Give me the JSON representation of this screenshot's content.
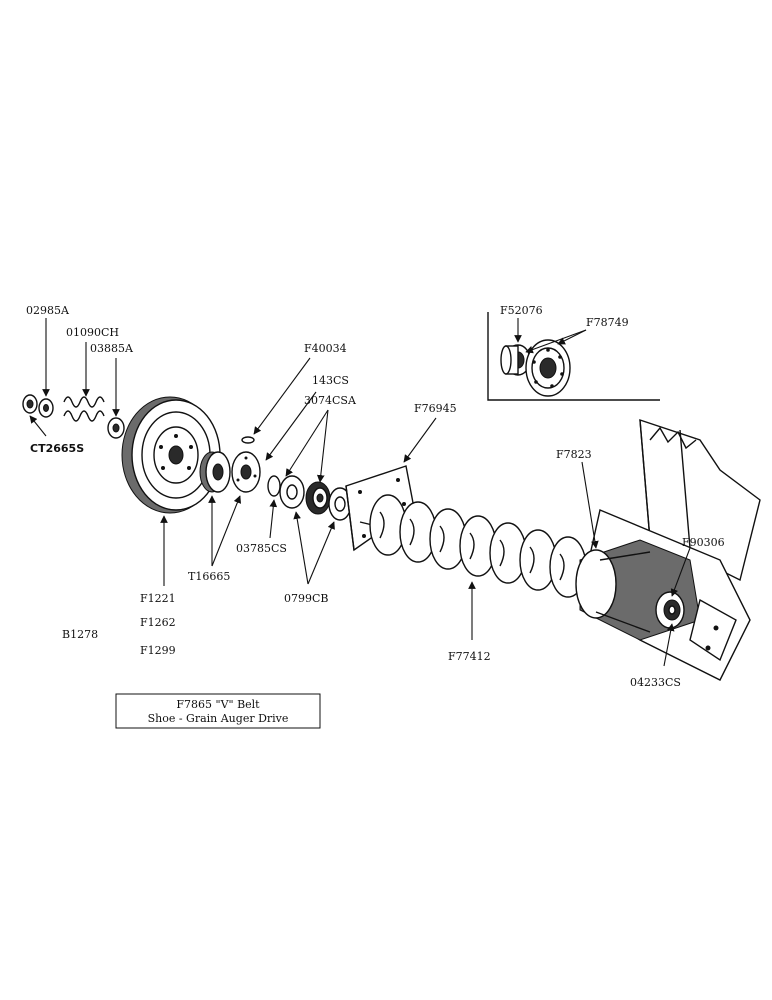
{
  "labels": {
    "p02985A": "02985A",
    "p01090CH": "01090CH",
    "p03885A": "03885A",
    "pCT2665S": "CT2665S",
    "pF40034": "F40034",
    "p143CS": "143CS",
    "p3074CSA": "3074CSA",
    "pF76945": "F76945",
    "pF52076": "F52076",
    "pF78749": "F78749",
    "pF7823": "F7823",
    "pF90306": "F90306",
    "p03785CS": "03785CS",
    "pT16665": "T16665",
    "p0799CB": "0799CB",
    "pF1221": "F1221",
    "pF1262": "F1262",
    "pF1299": "F1299",
    "pB1278": "B1278",
    "pF77412": "F77412",
    "p04233CS": "04233CS"
  },
  "caption": {
    "line1": "F7865 \"V\" Belt",
    "line2": "Shoe - Grain Auger Drive"
  }
}
